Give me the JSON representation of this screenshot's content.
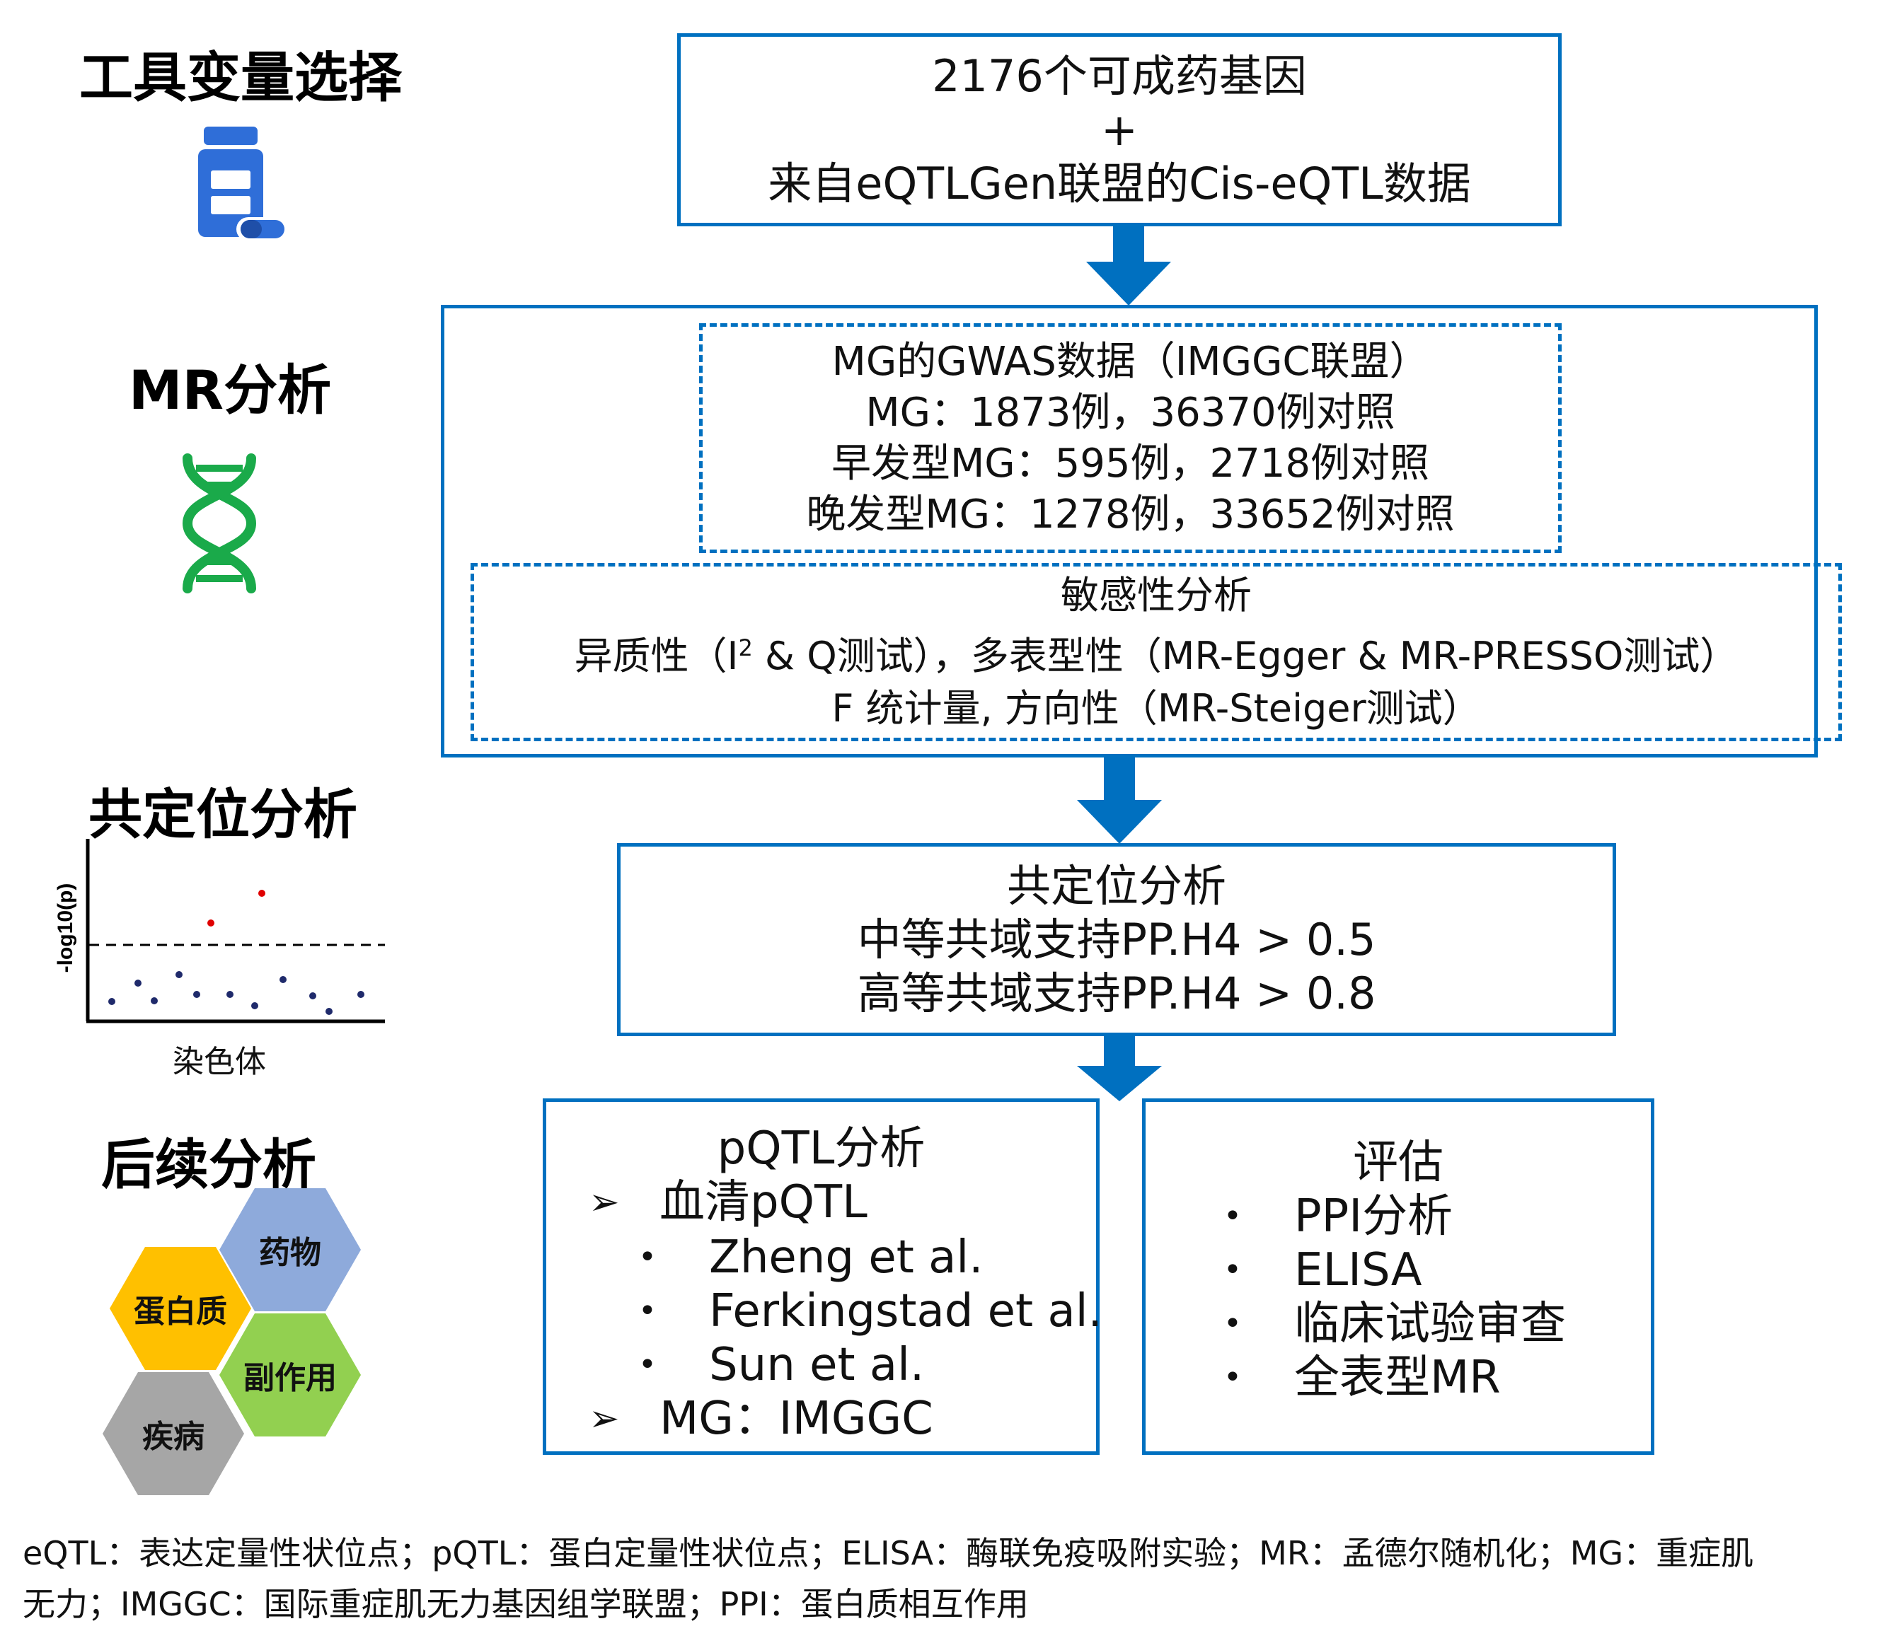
{
  "sidebar": {
    "tool_title": "工具变量选择",
    "mr_title": "MR分析",
    "coloc_title": "共定位分析",
    "followup_title": "后续分析",
    "plot": {
      "ylabel": "-log10(p)",
      "xlabel": "染色体"
    },
    "hexagons": [
      "药物",
      "蛋白质",
      "副作用",
      "疾病"
    ],
    "colors": {
      "drug_icon": "#2f6ed8",
      "dna_icon": "#1aaa4a",
      "hex_drug": "#8eaadb",
      "hex_protein": "#ffc000",
      "hex_side": "#92d050",
      "hex_disease": "#a6a6a6"
    }
  },
  "box1": {
    "lines": [
      "2176个可成药基因",
      "+",
      "来自eQTLGen联盟的Cis-eQTL数据"
    ]
  },
  "box2": {
    "gwas": [
      "MG的GWAS数据（IMGGC联盟）",
      "MG：1873例，36370例对照",
      "早发型MG：595例，2718例对照",
      "晚发型MG：1278例，33652例对照"
    ],
    "sens_title": "敏感性分析",
    "sens_line2_a": "异质性（I",
    "sens_line2_sup": "2",
    "sens_line2_b": " & Q测试），多表型性（MR-Egger & MR-PRESSO测试）",
    "sens_line3": "F 统计量, 方向性（MR-Steiger测试）"
  },
  "box3": {
    "lines": [
      "共定位分析",
      "中等共域支持PP.H4 > 0.5",
      "高等共域支持PP.H4 > 0.8"
    ]
  },
  "box4": {
    "title": "pQTL分析",
    "item1": "血清pQTL",
    "subitems": [
      "Zheng et al.",
      "Ferkingstad et al.",
      "Sun et al."
    ],
    "item2": "MG：IMGGC",
    "arrow_marker": "➢",
    "dot_marker": "•"
  },
  "box5": {
    "title": "评估",
    "items": [
      "PPI分析",
      "ELISA",
      "临床试验审查",
      "全表型MR"
    ],
    "dot_marker": "•"
  },
  "footnote": {
    "line1": "eQTL：表达定量性状位点；pQTL：蛋白定量性状位点；ELISA：酶联免疫吸附实验；MR：孟德尔随机化；MG：重症肌",
    "line2": "无力；IMGGC：国际重症肌无力基因组学联盟；PPI：蛋白质相互作用"
  },
  "accent_color": "#0070c0"
}
